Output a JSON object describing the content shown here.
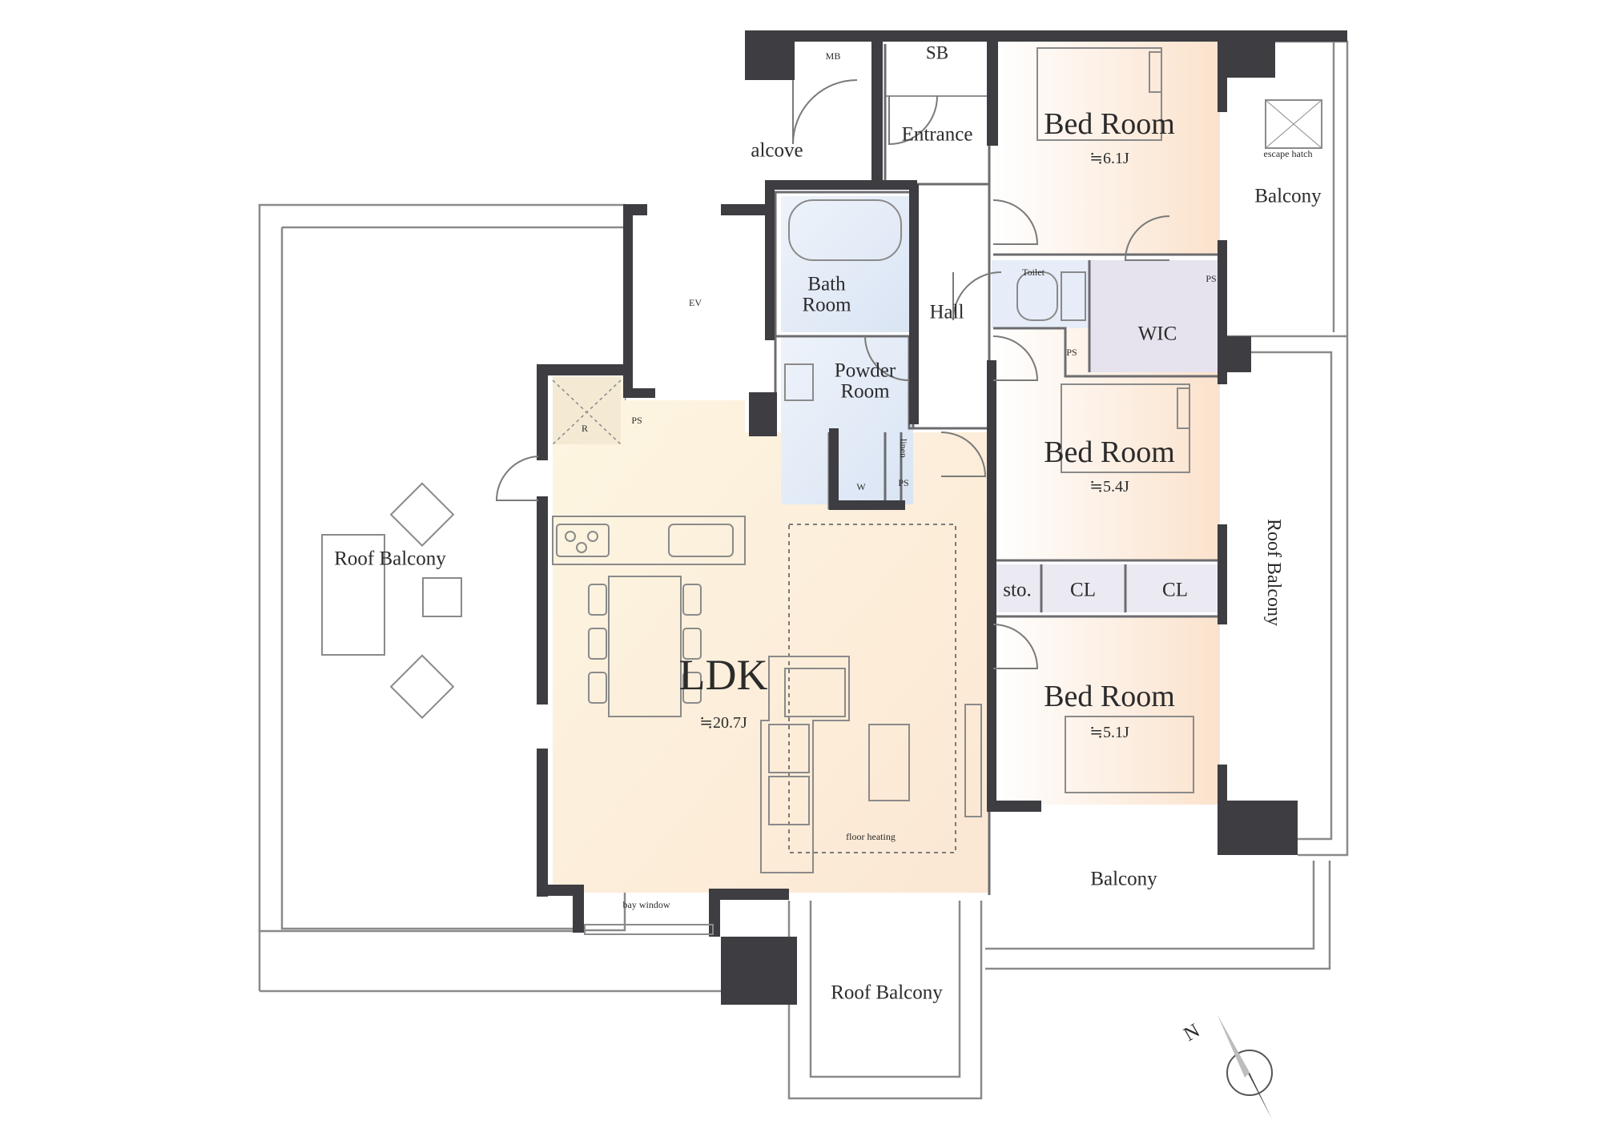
{
  "plan": {
    "rooms": {
      "bedroom1": {
        "name": "Bed Room",
        "area": "≒6.1J"
      },
      "bedroom2": {
        "name": "Bed Room",
        "area": "≒5.4J"
      },
      "bedroom3": {
        "name": "Bed Room",
        "area": "≒5.1J"
      },
      "ldk": {
        "name": "LDK",
        "area": "≒20.7J"
      },
      "entrance": "Entrance",
      "alcove": "alcove",
      "hall": "Hall",
      "bath": [
        "Bath",
        "Room"
      ],
      "powder": [
        "Powder",
        "Room"
      ],
      "toilet": "Toilet",
      "wic": "WIC",
      "sto": "sto.",
      "cl1": "CL",
      "cl2": "CL",
      "mb": "MB",
      "sb": "SB",
      "ev": "EV",
      "ps1": "PS",
      "ps2": "PS",
      "ps3": "PS",
      "ps4": "PS",
      "linen": "linen",
      "w": "W",
      "r": "R"
    },
    "outdoor": {
      "roof_balcony_west": "Roof Balcony",
      "roof_balcony_south": "Roof Balcony",
      "roof_balcony_east": "Roof Balcony",
      "balcony_north": "Balcony",
      "balcony_south": "Balcony",
      "escape_hatch": "escape hatch"
    },
    "features": {
      "floor_heating": "floor heating",
      "bay_window": "bay window"
    },
    "compass": {
      "label": "N"
    }
  },
  "colors": {
    "wall": "#3d3d42",
    "bed_fill": "#fbe6d6",
    "ldk_fill": "#fdf2dc",
    "wet_fill": "#dfe8f6",
    "storage_fill": "#e5e3ee",
    "line": "#8a8a8a"
  }
}
